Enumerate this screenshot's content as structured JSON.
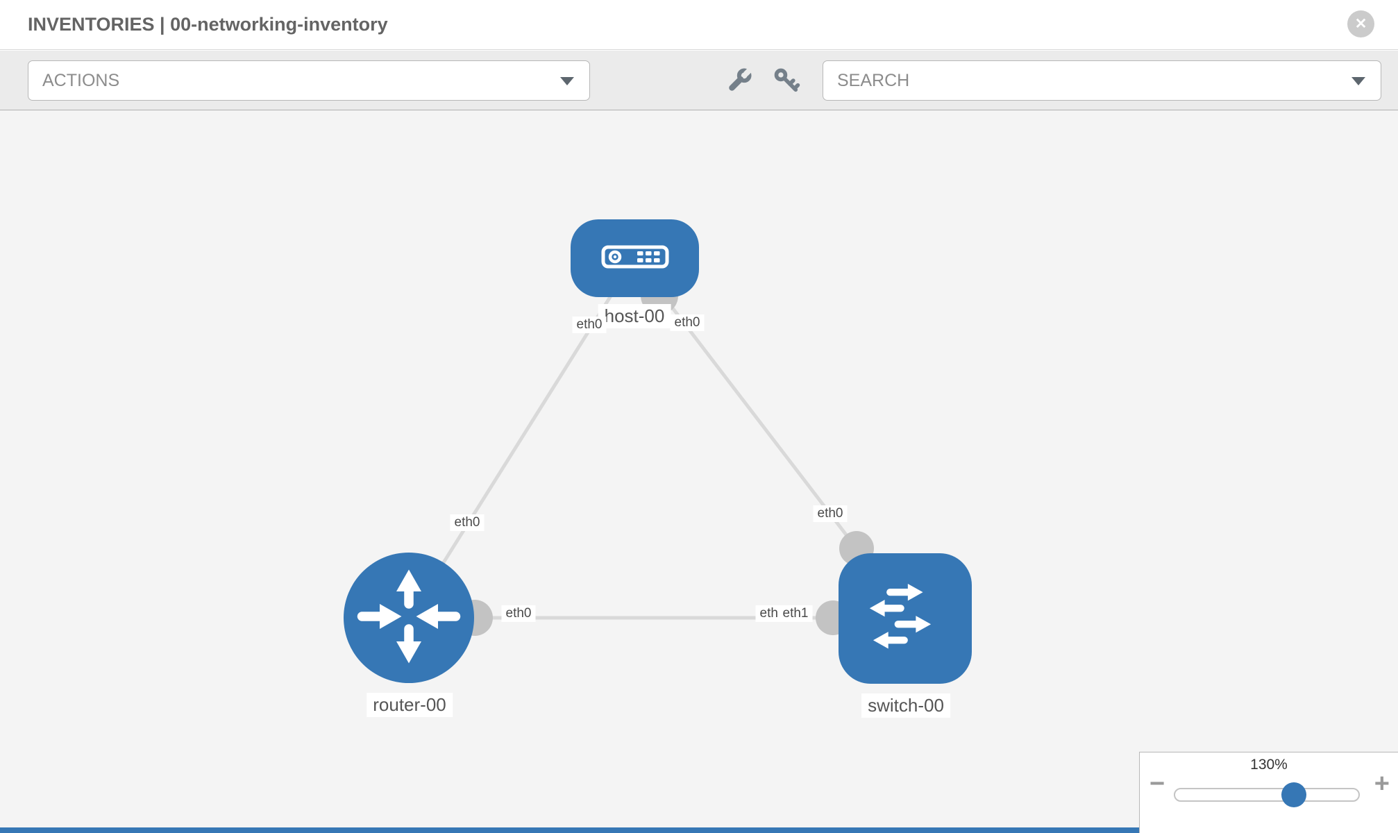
{
  "colors": {
    "accent": "#3677b5",
    "link": "#d9d9d9",
    "connector": "#c3c3c3",
    "canvas_bg": "#f4f4f4",
    "toolbar_bg": "#ebebeb",
    "border": "#b7b7b7"
  },
  "header": {
    "title": "INVENTORIES | 00-networking-inventory",
    "close_glyph": "✕"
  },
  "toolbar": {
    "actions_label": "ACTIONS",
    "search_label": "SEARCH",
    "icons": [
      "wrench-icon",
      "key-icon",
      "caret-down-icon"
    ]
  },
  "topology": {
    "nodes": [
      {
        "id": "host-00",
        "type": "host",
        "label": "host-00",
        "icon": "host-icon"
      },
      {
        "id": "router-00",
        "type": "router",
        "label": "router-00",
        "icon": "router-icon"
      },
      {
        "id": "switch-00",
        "type": "switch",
        "label": "switch-00",
        "icon": "switch-icon"
      }
    ],
    "links": [
      {
        "from": "host-00",
        "to": "router-00",
        "from_interface": "eth0",
        "to_interface": "eth0"
      },
      {
        "from": "host-00",
        "to": "switch-00",
        "from_interface": "eth0",
        "to_interface": "eth0"
      },
      {
        "from": "router-00",
        "to": "switch-00",
        "from_interface": "eth0",
        "to_interface": "eth1",
        "switch_end_overlap_label": "eth0"
      }
    ]
  },
  "zoom_control": {
    "level": "130%",
    "zoom_out_glyph": "−",
    "zoom_in_glyph": "+",
    "slider_value_pct": 64
  }
}
